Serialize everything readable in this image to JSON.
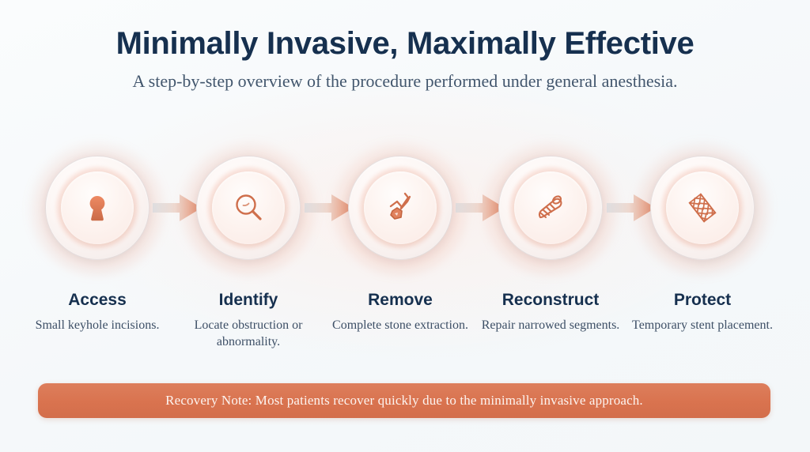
{
  "theme": {
    "background": "#f7f9fb",
    "title_color": "#16304f",
    "subtitle_color": "#42566d",
    "accent_coral": "#d9734f",
    "icon_coral": "#d9734f",
    "banner_text_color": "#fdf4f0"
  },
  "header": {
    "title": "Minimally Invasive, Maximally Effective",
    "subtitle": "A step-by-step overview of the procedure performed under general anesthesia."
  },
  "steps": [
    {
      "label": "Access",
      "description": "Small keyhole incisions.",
      "icon": "keyhole-icon"
    },
    {
      "label": "Identify",
      "description": "Locate obstruction or abnormality.",
      "icon": "magnifier-icon"
    },
    {
      "label": "Remove",
      "description": "Complete stone extraction.",
      "icon": "forceps-stone-icon"
    },
    {
      "label": "Reconstruct",
      "description": "Repair narrowed segments.",
      "icon": "sutured-vessel-icon"
    },
    {
      "label": "Protect",
      "description": "Temporary stent placement.",
      "icon": "stent-mesh-icon"
    }
  ],
  "arrows": {
    "count": 4,
    "icon": "arrow-right-icon"
  },
  "recovery_note": {
    "text": "Recovery Note: Most patients recover quickly due to the minimally invasive approach."
  }
}
